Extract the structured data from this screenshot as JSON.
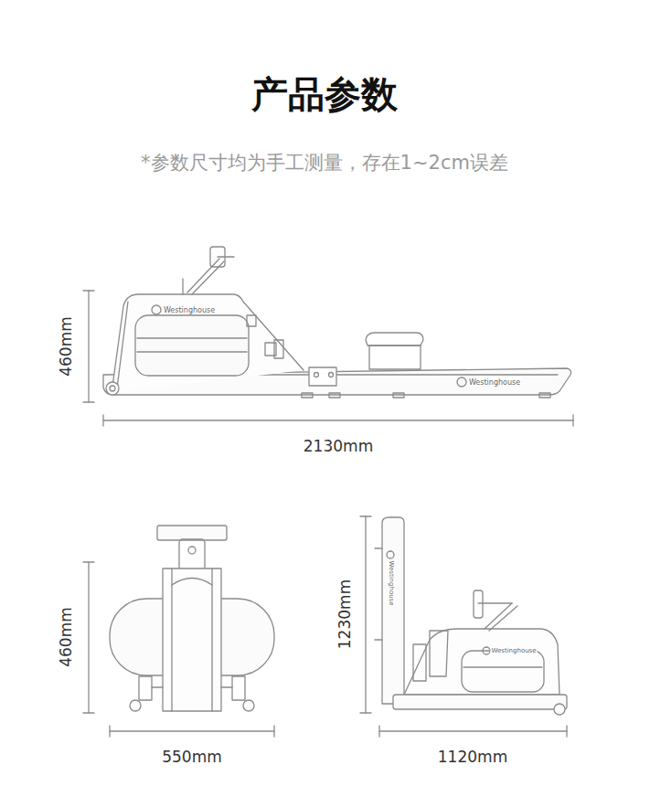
{
  "diagram": {
    "title": "产品参数",
    "caption": "*参数尺寸均为手工测量，存在1~2cm误差",
    "labels": [
      "460mm",
      "2130mm",
      "460mm",
      "550mm",
      "1230mm",
      "1120mm",
      "Westinghouse",
      "Westinghouse",
      "Westinghouse",
      "Westinghouse"
    ]
  }
}
